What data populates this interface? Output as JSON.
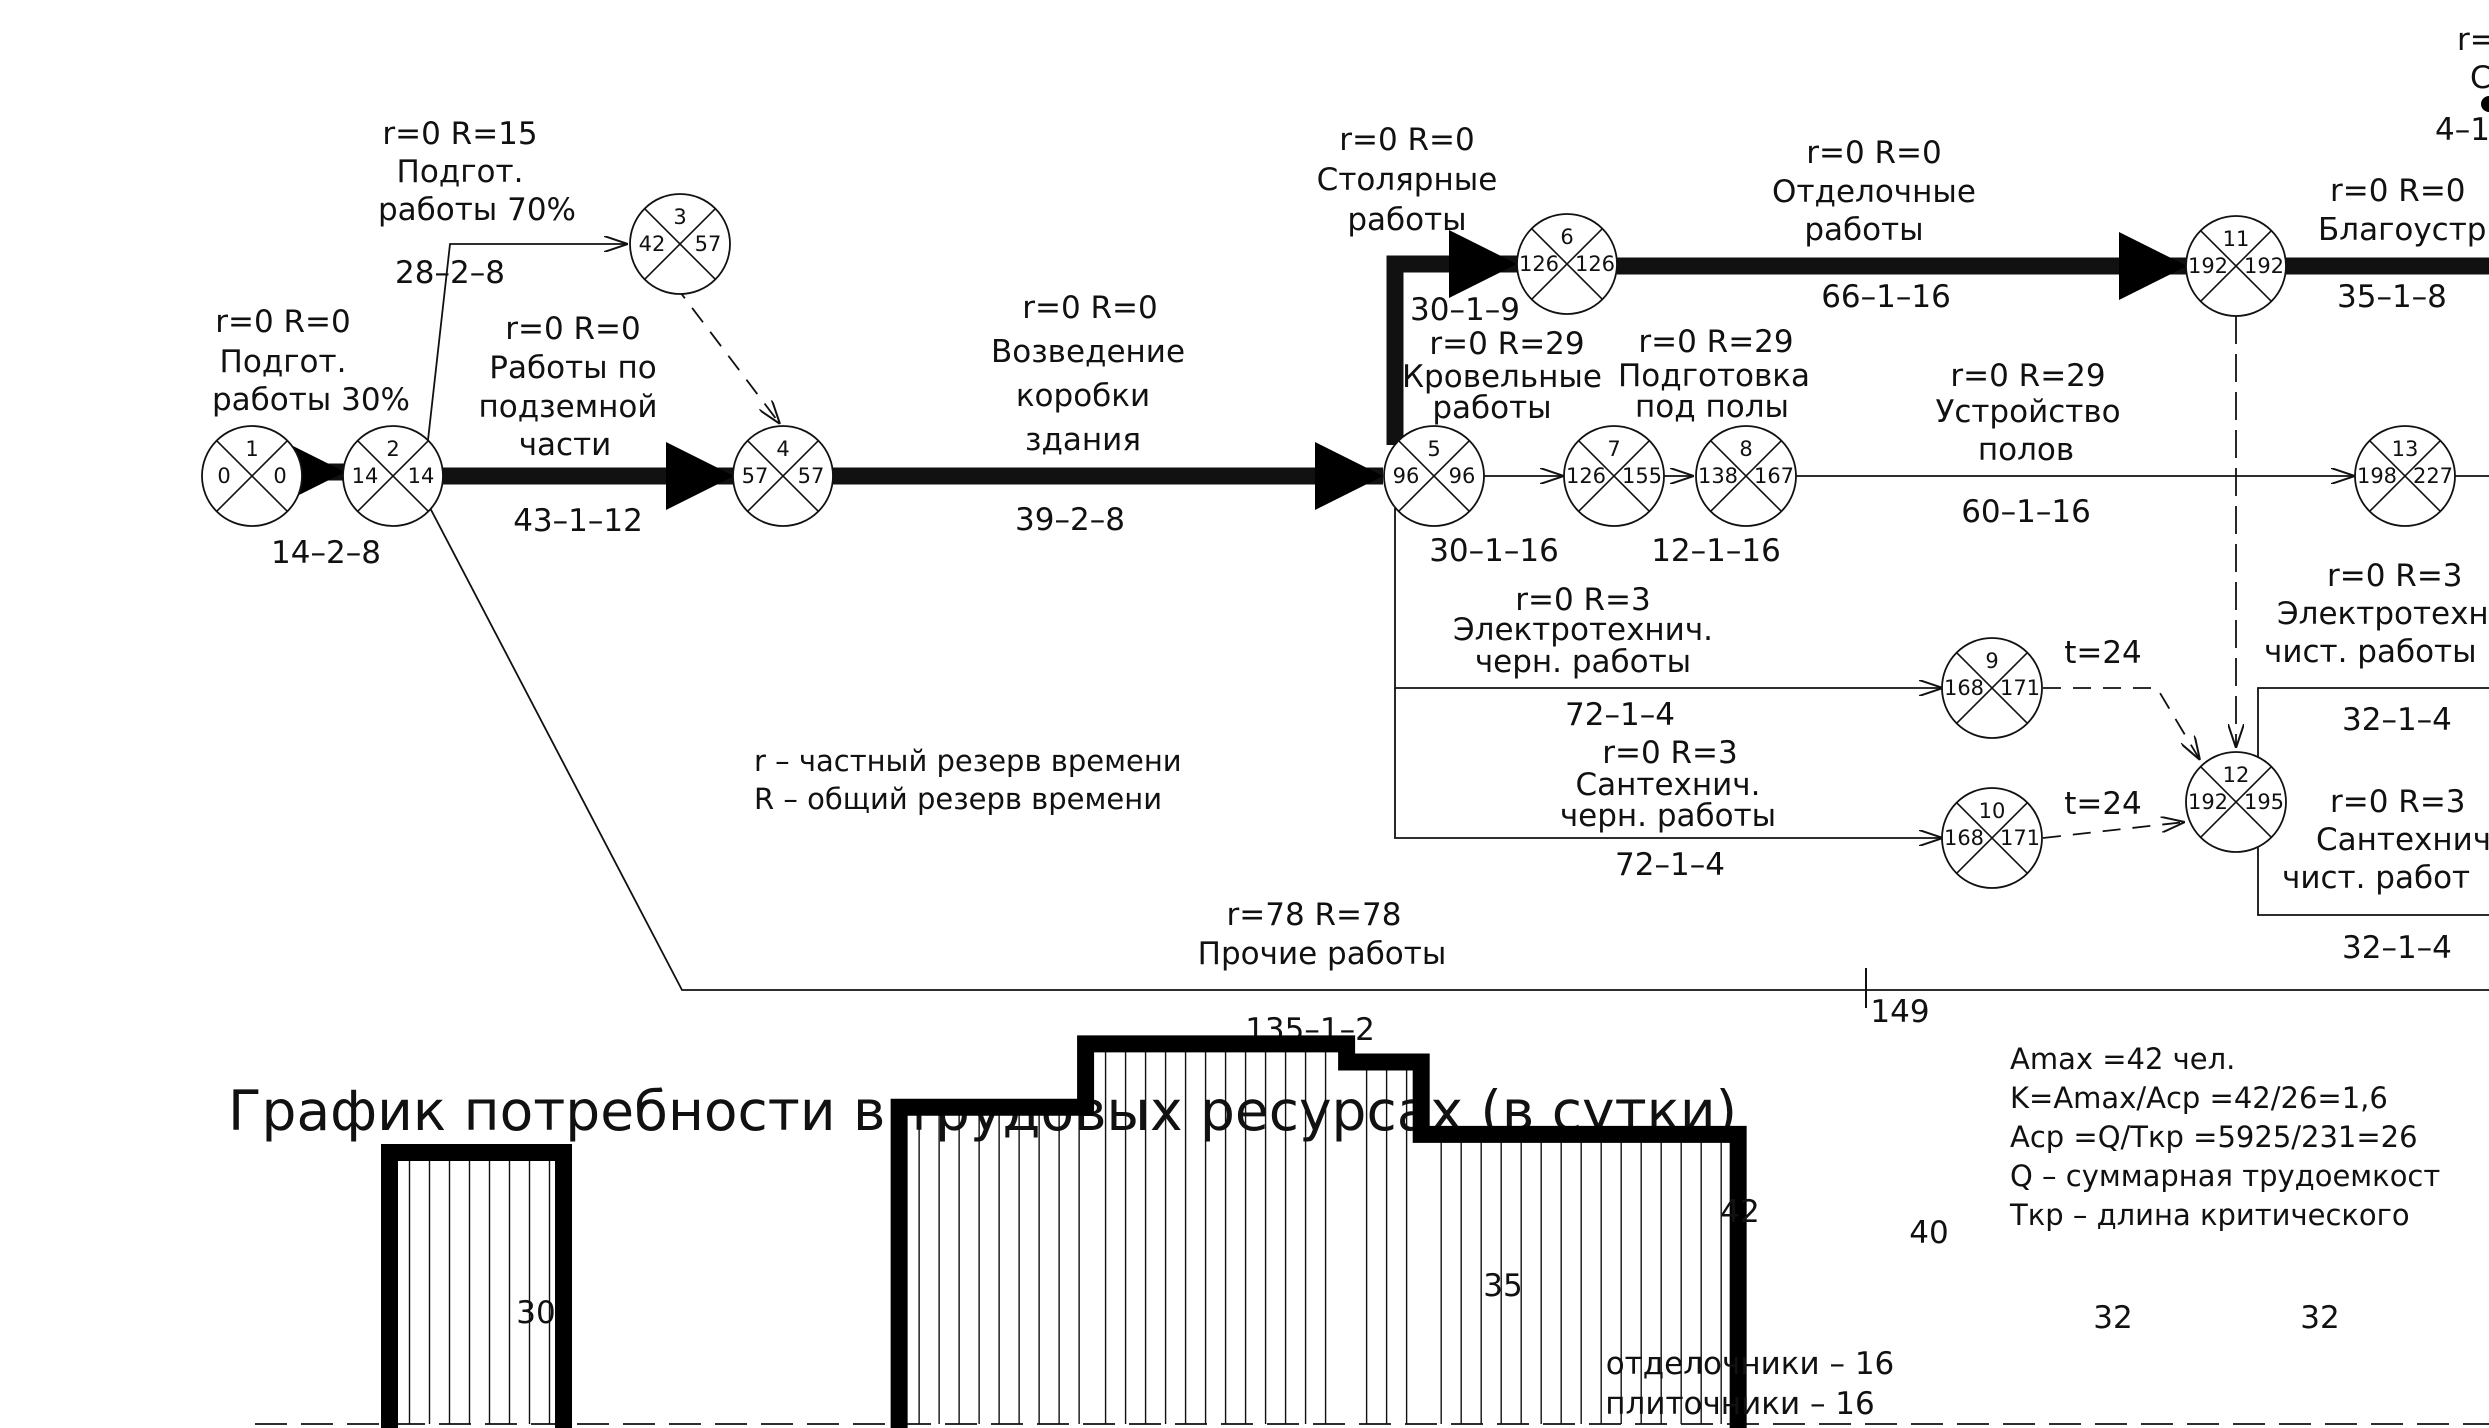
{
  "diagram": {
    "nodes": [
      {
        "id": "1",
        "early": "0",
        "late": "0"
      },
      {
        "id": "2",
        "early": "14",
        "late": "14"
      },
      {
        "id": "3",
        "early": "42",
        "late": "57"
      },
      {
        "id": "4",
        "early": "57",
        "late": "57"
      },
      {
        "id": "5",
        "early": "96",
        "late": "96"
      },
      {
        "id": "6",
        "early": "126",
        "late": "126"
      },
      {
        "id": "7",
        "early": "126",
        "late": "155"
      },
      {
        "id": "8",
        "early": "138",
        "late": "167"
      },
      {
        "id": "9",
        "early": "168",
        "late": "171"
      },
      {
        "id": "10",
        "early": "168",
        "late": "171"
      },
      {
        "id": "11",
        "early": "192",
        "late": "192"
      },
      {
        "id": "12",
        "early": "192",
        "late": "195"
      },
      {
        "id": "13",
        "early": "198",
        "late": "227"
      }
    ],
    "activities": [
      {
        "reserve": "r=0 R=0",
        "name": [
          "Подгот.",
          "работы 30%"
        ],
        "params": "14–2–8"
      },
      {
        "reserve": "r=0 R=15",
        "name": [
          "Подгот.",
          "работы 70%"
        ],
        "params": "28–2–8"
      },
      {
        "reserve": "r=0 R=0",
        "name": [
          "Работы по",
          "подземной",
          "части"
        ],
        "params": "43–1–12"
      },
      {
        "reserve": "r=0 R=0",
        "name": [
          "Возведение",
          "коробки",
          "здания"
        ],
        "params": "39–2–8"
      },
      {
        "reserve": "r=0 R=0",
        "name": [
          "Столярные",
          "работы"
        ],
        "params": "30–1–9"
      },
      {
        "reserve": "r=0 R=0",
        "name": [
          "Отделочные",
          "работы"
        ],
        "params": "66–1–16"
      },
      {
        "reserve": "r=0 R=0",
        "name": [
          "Благоустр"
        ],
        "params": "35–1–8"
      },
      {
        "reserve": "r=0 R=29",
        "name": [
          "Кровельные",
          "работы"
        ],
        "params": "30–1–16"
      },
      {
        "reserve": "r=0 R=29",
        "name": [
          "Подготовка",
          "под полы"
        ],
        "params": "12–1–16"
      },
      {
        "reserve": "r=0 R=29",
        "name": [
          "Устройство",
          "полов"
        ],
        "params": "60–1–16"
      },
      {
        "reserve": "r=0 R=3",
        "name": [
          "Электротехнич.",
          "черн. работы"
        ],
        "params": "72–1–4"
      },
      {
        "reserve": "r=0 R=3",
        "name": [
          "Сантехнич.",
          "черн. работы"
        ],
        "params": "72–1–4"
      },
      {
        "reserve": "r=0 R=3",
        "name": [
          "Электротехн",
          "чист. работы"
        ],
        "params": "32–1–4"
      },
      {
        "reserve": "r=0 R=3",
        "name": [
          "Сантехнич.",
          "чист. работ"
        ],
        "params": "32–1–4"
      },
      {
        "reserve": "r=78 R=78",
        "name": [
          "Прочие работы"
        ],
        "params": "135–1–2"
      }
    ],
    "t_labels": [
      "t=24",
      "t=24"
    ],
    "mark_149": "149",
    "topright": [
      "r=",
      "С",
      "4–1"
    ]
  },
  "legend": {
    "r": "r – частный резерв времени",
    "R": "R – общий резерв времени"
  },
  "stats": [
    "Amax =42 чел.",
    "K=Amax/Aср =42/26=1,6",
    "Aср =Q/Tкр =5925/231=26",
    "Q – суммарная трудоемкост",
    "Tкр – длина критического"
  ],
  "chart_data": {
    "type": "area",
    "title": "График потребности в трудовых ресурсах (в сутки)",
    "xlabel": "",
    "ylabel": "",
    "x_range": [
      0,
      231
    ],
    "series": [
      {
        "x_start": 14,
        "x_end": 42,
        "workers": 30
      },
      {
        "x_start": 96,
        "x_end": 126,
        "workers": 35
      },
      {
        "x_start": 126,
        "x_end": 168,
        "workers": 42
      },
      {
        "x_start": 168,
        "x_end": 180,
        "workers": 40
      },
      {
        "x_start": 180,
        "x_end": 231,
        "workers": 32
      }
    ],
    "value_labels": [
      "30",
      "35",
      "42",
      "40",
      "32",
      "32"
    ],
    "annotations": [
      "отделочники – 16",
      "плиточники – 16"
    ]
  }
}
